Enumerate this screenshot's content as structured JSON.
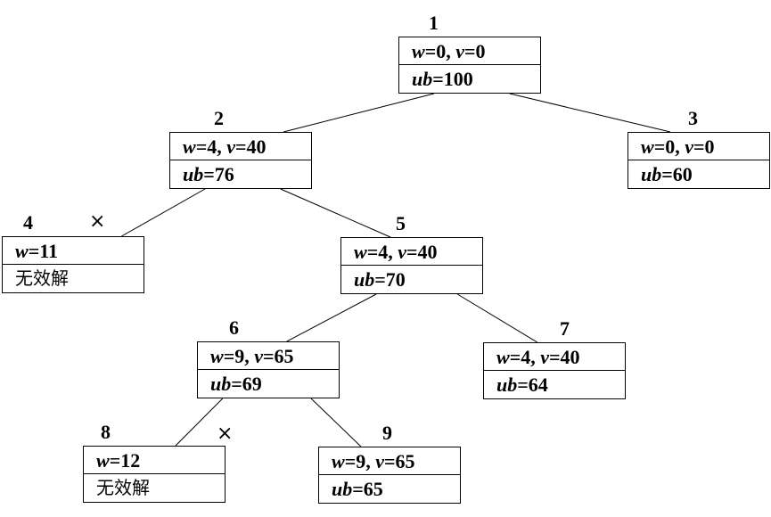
{
  "nodes": [
    {
      "id": "1",
      "number": "1",
      "line1": "w=0, v=0",
      "line2": "ub=100"
    },
    {
      "id": "2",
      "number": "2",
      "line1": "w=4, v=40",
      "line2": "ub=76"
    },
    {
      "id": "3",
      "number": "3",
      "line1": "w=0, v=0",
      "line2": "ub=60"
    },
    {
      "id": "4",
      "number": "4",
      "line1": "w=11",
      "line2": "无效解"
    },
    {
      "id": "5",
      "number": "5",
      "line1": "w=4, v=40",
      "line2": "ub=70"
    },
    {
      "id": "6",
      "number": "6",
      "line1": "w=9, v=65",
      "line2": "ub=69"
    },
    {
      "id": "7",
      "number": "7",
      "line1": "w=4, v=40",
      "line2": "ub=64"
    },
    {
      "id": "8",
      "number": "8",
      "line1": "w=12",
      "line2": "无效解"
    },
    {
      "id": "9",
      "number": "9",
      "line1": "w=9, v=65",
      "line2": "ub=65"
    }
  ],
  "edges": [
    {
      "from": "1",
      "to": "2"
    },
    {
      "from": "1",
      "to": "3"
    },
    {
      "from": "2",
      "to": "4"
    },
    {
      "from": "2",
      "to": "5"
    },
    {
      "from": "5",
      "to": "6"
    },
    {
      "from": "5",
      "to": "7"
    },
    {
      "from": "6",
      "to": "8"
    },
    {
      "from": "6",
      "to": "9"
    }
  ],
  "pruned_marks": [
    {
      "node": "4",
      "symbol": "×"
    },
    {
      "node": "8",
      "symbol": "×"
    }
  ]
}
